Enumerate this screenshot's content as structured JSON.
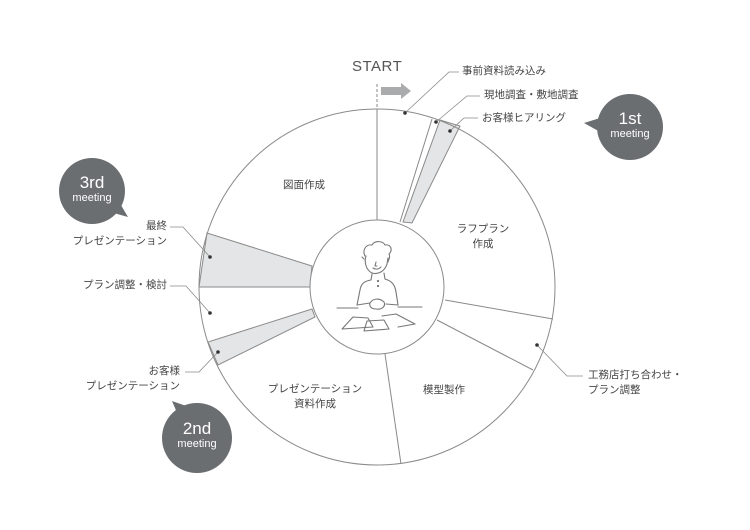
{
  "start_label": "START",
  "segments": {
    "prep": "事前資料読み込み",
    "survey": "現地調査・敷地調査",
    "hearing": "お客様ヒアリング",
    "rough_plan": [
      "ラフプラン",
      "作成"
    ],
    "builder_meeting": [
      "工務店打ち合わせ・",
      "プラン調整"
    ],
    "model": "模型製作",
    "presentation_docs": [
      "プレゼンテーション",
      "資料作成"
    ],
    "client_presentation": [
      "お客様",
      "プレゼンテーション"
    ],
    "plan_review": "プラン調整・検討",
    "final_presentation": [
      "最終",
      "プレゼンテーション"
    ],
    "drawings": "図面作成"
  },
  "meetings": [
    {
      "num": "1st",
      "word": "meeting"
    },
    {
      "num": "2nd",
      "word": "meeting"
    },
    {
      "num": "3rd",
      "word": "meeting"
    }
  ],
  "colors": {
    "bubble": "#6b6e71",
    "highlight": "#e4e5e6",
    "line": "#8a8a8a"
  }
}
